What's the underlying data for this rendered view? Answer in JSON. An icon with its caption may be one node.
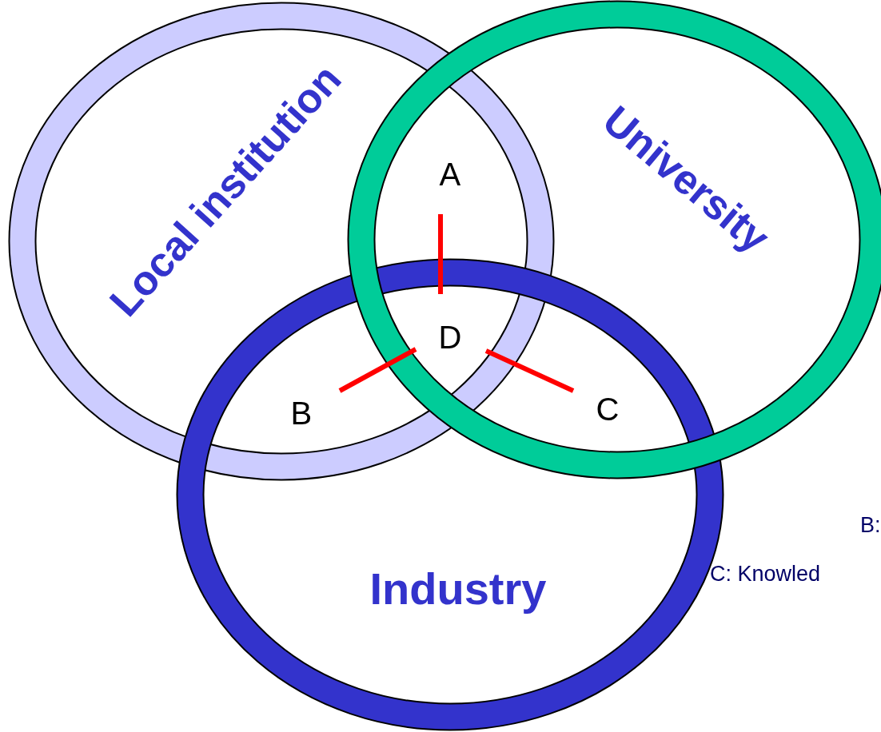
{
  "diagram": {
    "nodes": [
      {
        "text": [
          "Local institution"
        ]
      },
      {
        "text": [
          "University"
        ]
      },
      {
        "text": [
          "Industry"
        ]
      }
    ],
    "labels": [
      "A",
      "D",
      "B",
      "C",
      "B:",
      "C: Knowled"
    ]
  }
}
